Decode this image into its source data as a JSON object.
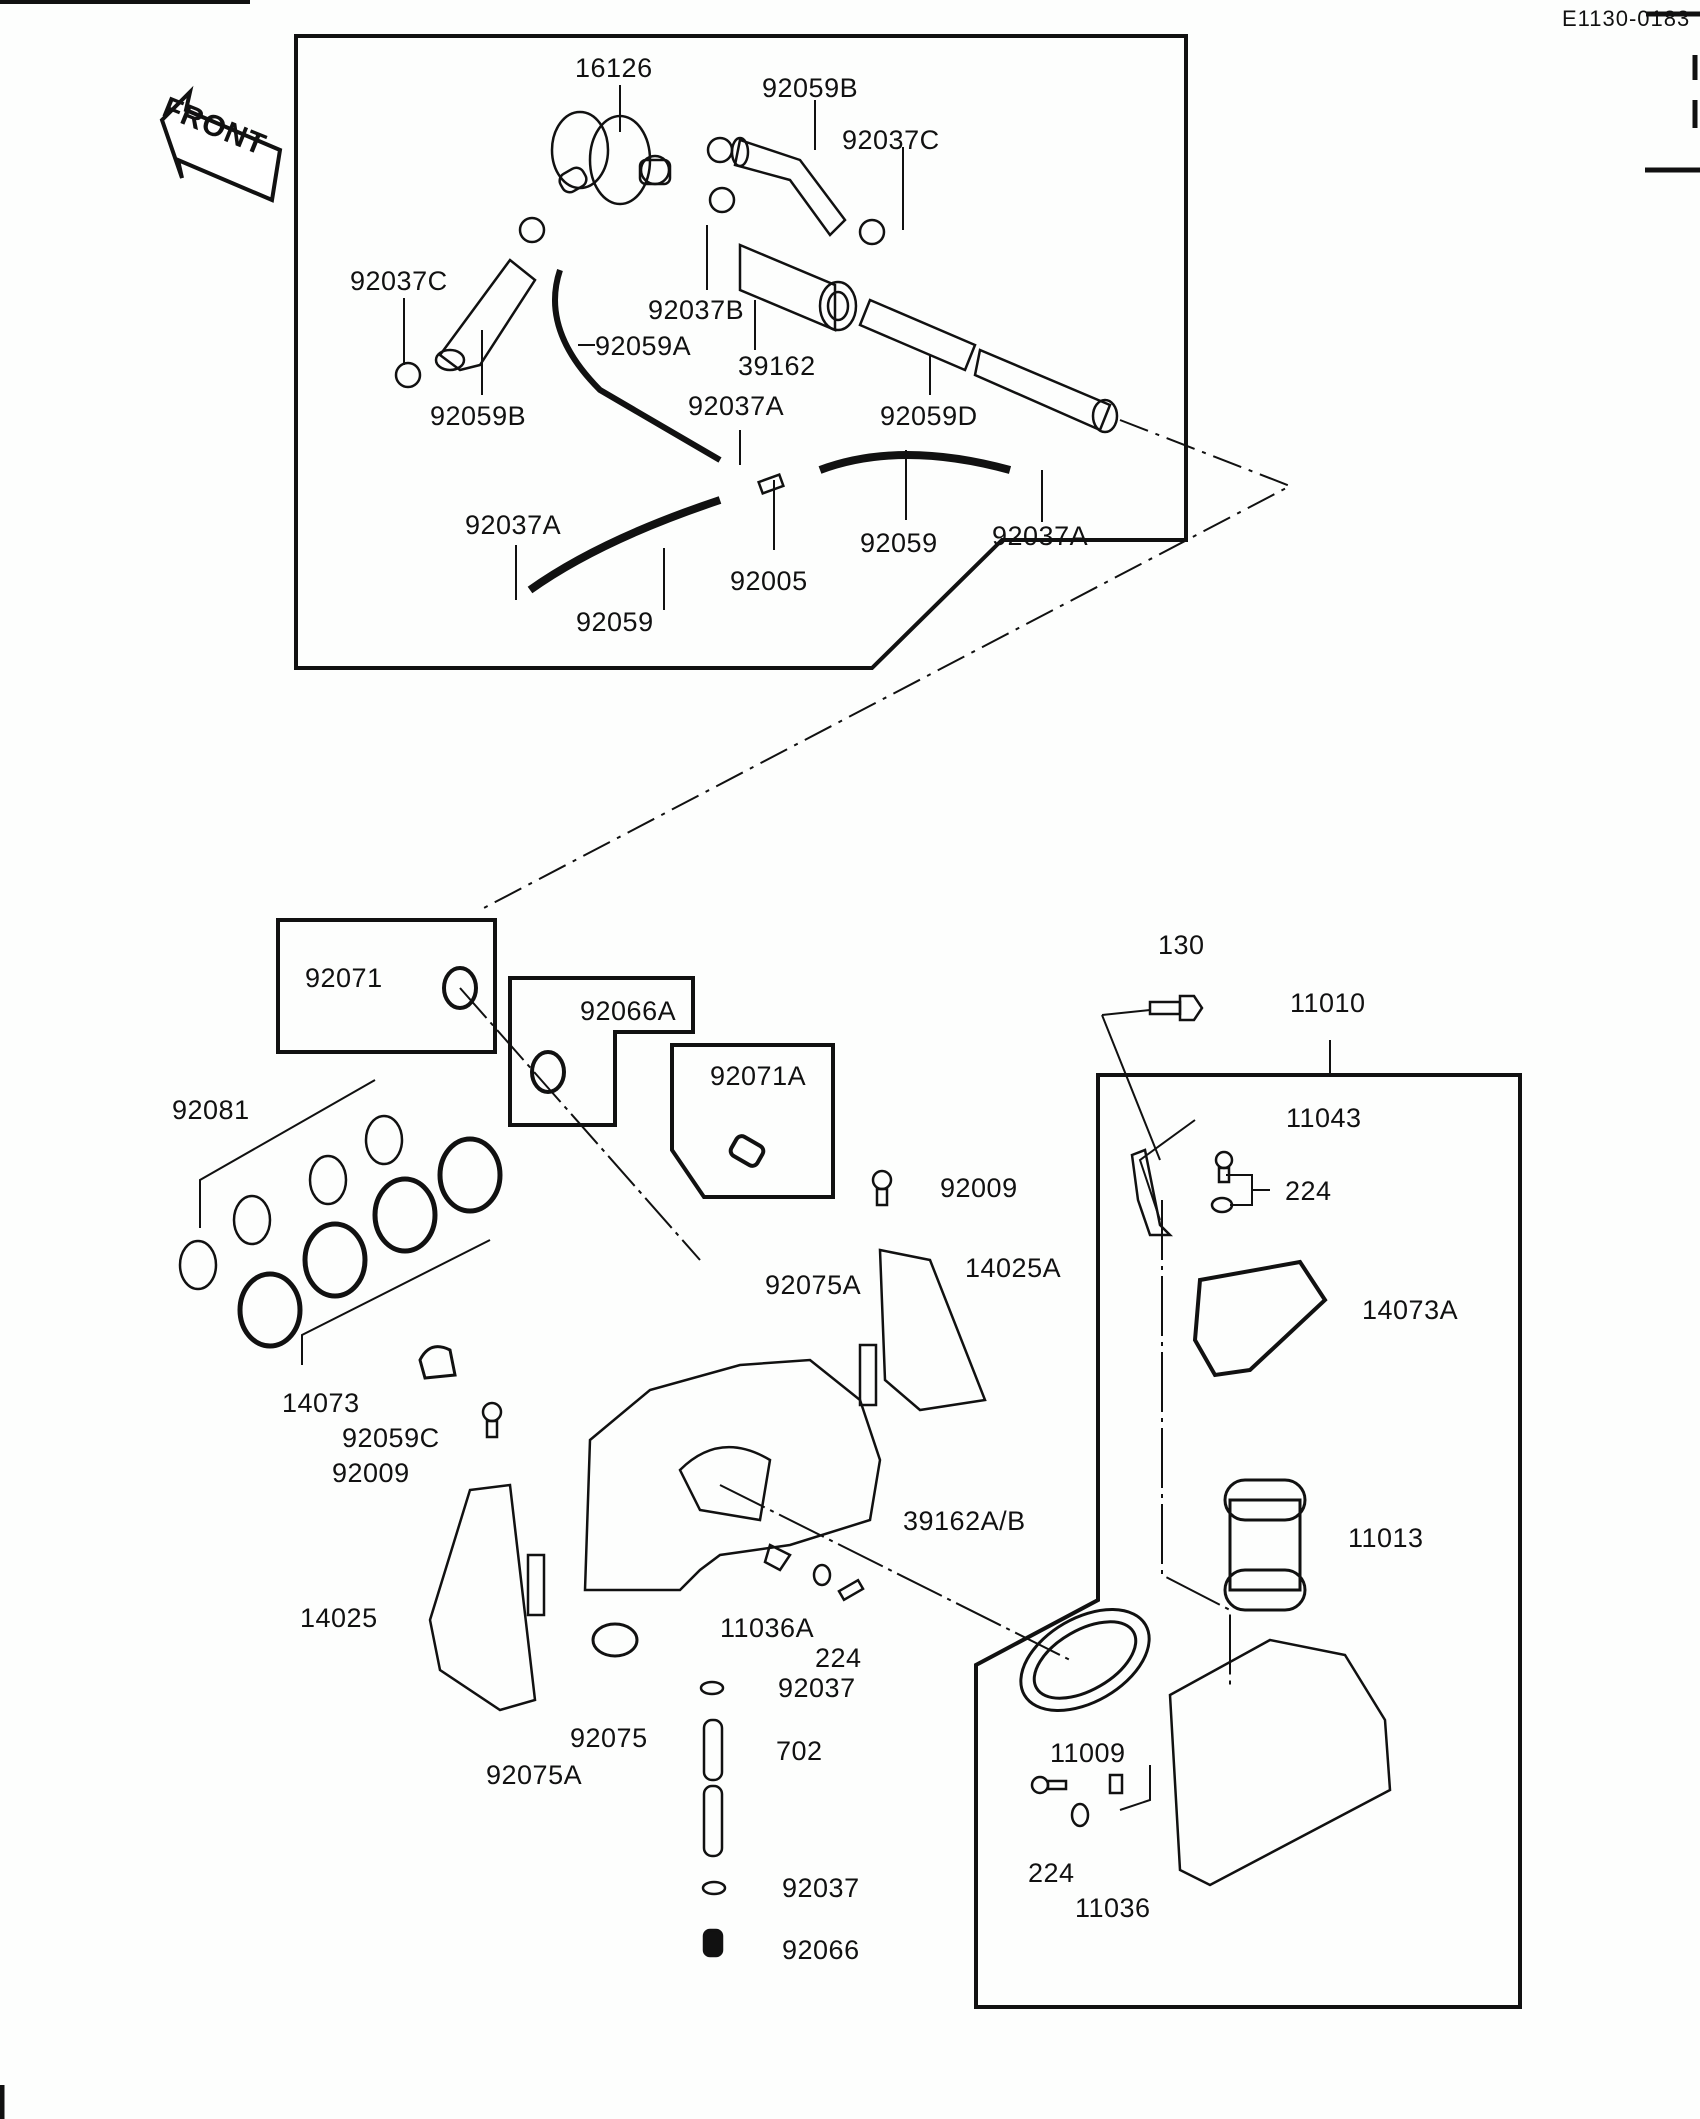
{
  "diagram": {
    "code": "E1130-0183",
    "front_label": "FRONT",
    "callouts": {
      "p16126": "16126",
      "p92059B_top": "92059B",
      "p92037C_right": "92037C",
      "p92037C_left": "92037C",
      "p92037B": "92037B",
      "p92059A": "92059A",
      "p39162": "39162",
      "p92059B_left": "92059B",
      "p92037A_mid": "92037A",
      "p92059D": "92059D",
      "p92037A_left": "92037A",
      "p92059_right": "92059",
      "p92037A_right": "92037A",
      "p92005": "92005",
      "p92059_left": "92059",
      "p92071": "92071",
      "p92066A": "92066A",
      "p92071A": "92071A",
      "p92081": "92081",
      "p92009_top": "92009",
      "p14025A": "14025A",
      "p92075A_top": "92075A",
      "p14073": "14073",
      "p92059C": "92059C",
      "p92009_left": "92009",
      "p39162AB": "39162A/B",
      "p14025": "14025",
      "p11036A": "11036A",
      "p224_mid": "224",
      "p92037_top": "92037",
      "p92075": "92075",
      "p92075A_bottom": "92075A",
      "p702": "702",
      "p92037_bottom": "92037",
      "p92066": "92066",
      "p130": "130",
      "p11010": "11010",
      "p11043": "11043",
      "p224_right": "224",
      "p14073A": "14073A",
      "p11013": "11013",
      "p11009": "11009",
      "p224_bottom": "224",
      "p11036": "11036"
    }
  }
}
